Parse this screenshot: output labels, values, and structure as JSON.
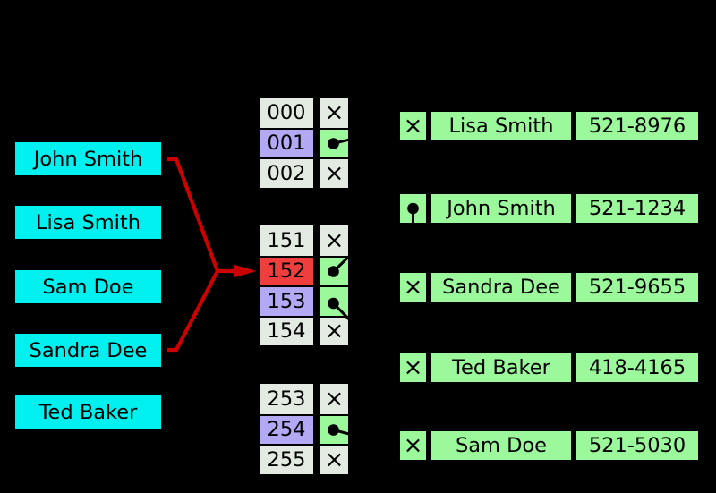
{
  "palette": {
    "background": "#000000",
    "key_fill": "#00f0f0",
    "bucket_fill": "#e2eae2",
    "occupied_fill": "#b3a8f3",
    "collision_fill": "#ee3e3e",
    "pointer_fill": "#9bf89b",
    "entry_fill": "#9bf89b",
    "arrow": "#cc0000",
    "line": "#000000",
    "text": "#000000"
  },
  "symbols": {
    "nil": "×"
  },
  "keys": [
    {
      "label": "John Smith"
    },
    {
      "label": "Lisa Smith"
    },
    {
      "label": "Sam Doe"
    },
    {
      "label": "Sandra Dee"
    },
    {
      "label": "Ted Baker"
    }
  ],
  "buckets": {
    "groups": [
      {
        "rows": [
          {
            "index": "000",
            "state": "empty"
          },
          {
            "index": "001",
            "state": "occupied"
          },
          {
            "index": "002",
            "state": "empty"
          }
        ]
      },
      {
        "rows": [
          {
            "index": "151",
            "state": "empty"
          },
          {
            "index": "152",
            "state": "collision"
          },
          {
            "index": "153",
            "state": "occupied"
          },
          {
            "index": "154",
            "state": "empty"
          }
        ]
      },
      {
        "rows": [
          {
            "index": "253",
            "state": "empty"
          },
          {
            "index": "254",
            "state": "occupied"
          },
          {
            "index": "255",
            "state": "empty"
          }
        ]
      }
    ]
  },
  "entries": [
    {
      "name": "Lisa Smith",
      "phone": "521-8976",
      "next": "nil"
    },
    {
      "name": "John Smith",
      "phone": "521-1234",
      "next": "pointer"
    },
    {
      "name": "Sandra Dee",
      "phone": "521-9655",
      "next": "nil"
    },
    {
      "name": "Ted Baker",
      "phone": "418-4165",
      "next": "nil"
    },
    {
      "name": "Sam Doe",
      "phone": "521-5030",
      "next": "nil"
    }
  ]
}
